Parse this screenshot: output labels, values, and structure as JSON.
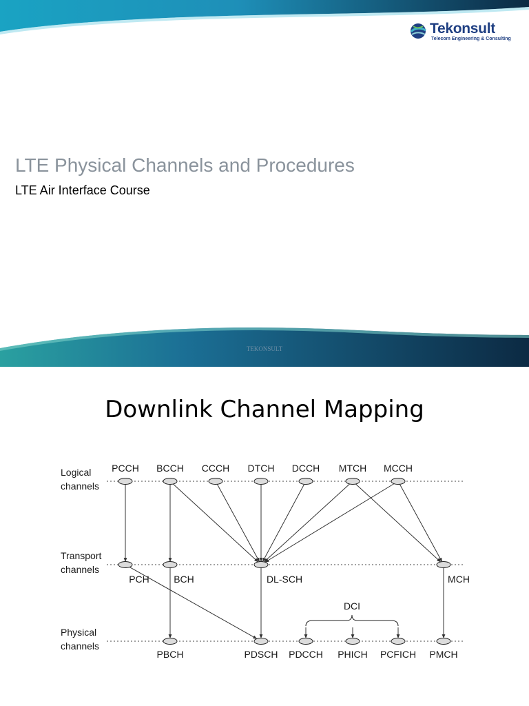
{
  "slide1": {
    "logo": {
      "name": "Tekonsult",
      "tagline": "Telecom Engineering & Consulting"
    },
    "title": "LTE Physical Channels and Procedures",
    "subtitle": "LTE Air Interface Course",
    "footer": "TEKONSULT",
    "colors": {
      "wave_dark": "#0c2a43",
      "wave_light": "#2aa8c8",
      "wave_accent": "#2aa0a0",
      "title_gray": "#8a939c",
      "logo_blue": "#1f3f82"
    }
  },
  "slide2": {
    "title": "Downlink Channel Mapping",
    "rows": {
      "logical": {
        "label": [
          "Logical",
          "channels"
        ]
      },
      "transport": {
        "label": [
          "Transport",
          "channels"
        ]
      },
      "physical": {
        "label": [
          "Physical",
          "channels"
        ]
      }
    },
    "logical_channels": [
      "PCCH",
      "BCCH",
      "CCCH",
      "DTCH",
      "DCCH",
      "MTCH",
      "MCCH"
    ],
    "transport_channels": [
      "PCH",
      "BCH",
      "DL-SCH",
      "MCH"
    ],
    "physical_channels": [
      "PBCH",
      "PDSCH",
      "PDCCH",
      "PHICH",
      "PCFICH",
      "PMCH"
    ],
    "dci_label": "DCI",
    "mappings": [
      [
        "PCCH",
        "PCH"
      ],
      [
        "BCCH",
        "BCH"
      ],
      [
        "BCCH",
        "DL-SCH"
      ],
      [
        "CCCH",
        "DL-SCH"
      ],
      [
        "DTCH",
        "DL-SCH"
      ],
      [
        "DCCH",
        "DL-SCH"
      ],
      [
        "MTCH",
        "DL-SCH"
      ],
      [
        "MCCH",
        "DL-SCH"
      ],
      [
        "MTCH",
        "MCH"
      ],
      [
        "MCCH",
        "MCH"
      ],
      [
        "PCH",
        "PDSCH"
      ],
      [
        "BCH",
        "PBCH"
      ],
      [
        "DL-SCH",
        "PDSCH"
      ],
      [
        "MCH",
        "PMCH"
      ],
      [
        "DCI",
        "PDCCH"
      ],
      [
        "DCI",
        "PHICH"
      ],
      [
        "DCI",
        "PCFICH"
      ]
    ]
  }
}
